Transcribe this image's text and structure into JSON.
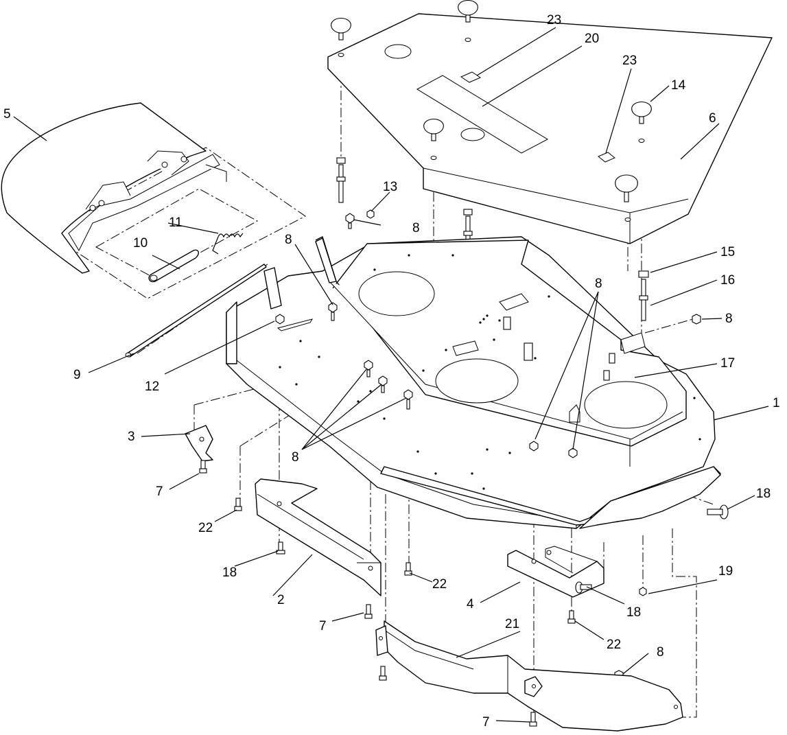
{
  "diagram": {
    "callouts": [
      {
        "id": "c1",
        "text": "1"
      },
      {
        "id": "c2",
        "text": "2"
      },
      {
        "id": "c3",
        "text": "3"
      },
      {
        "id": "c4",
        "text": "4"
      },
      {
        "id": "c5",
        "text": "5"
      },
      {
        "id": "c6",
        "text": "6"
      },
      {
        "id": "c7a",
        "text": "7"
      },
      {
        "id": "c7b",
        "text": "7"
      },
      {
        "id": "c7c",
        "text": "7"
      },
      {
        "id": "c8a",
        "text": "8"
      },
      {
        "id": "c8b",
        "text": "8"
      },
      {
        "id": "c8c",
        "text": "8"
      },
      {
        "id": "c8d",
        "text": "8"
      },
      {
        "id": "c8e",
        "text": "8"
      },
      {
        "id": "c8f",
        "text": "8"
      },
      {
        "id": "c9",
        "text": "9"
      },
      {
        "id": "c10",
        "text": "10"
      },
      {
        "id": "c11",
        "text": "11"
      },
      {
        "id": "c12",
        "text": "12"
      },
      {
        "id": "c13",
        "text": "13"
      },
      {
        "id": "c14",
        "text": "14"
      },
      {
        "id": "c15",
        "text": "15"
      },
      {
        "id": "c16",
        "text": "16"
      },
      {
        "id": "c17",
        "text": "17"
      },
      {
        "id": "c18a",
        "text": "18"
      },
      {
        "id": "c18b",
        "text": "18"
      },
      {
        "id": "c18c",
        "text": "18"
      },
      {
        "id": "c19",
        "text": "19"
      },
      {
        "id": "c20",
        "text": "20"
      },
      {
        "id": "c21",
        "text": "21"
      },
      {
        "id": "c22a",
        "text": "22"
      },
      {
        "id": "c22b",
        "text": "22"
      },
      {
        "id": "c22c",
        "text": "22"
      },
      {
        "id": "c23a",
        "text": "23"
      },
      {
        "id": "c23b",
        "text": "23"
      }
    ]
  }
}
